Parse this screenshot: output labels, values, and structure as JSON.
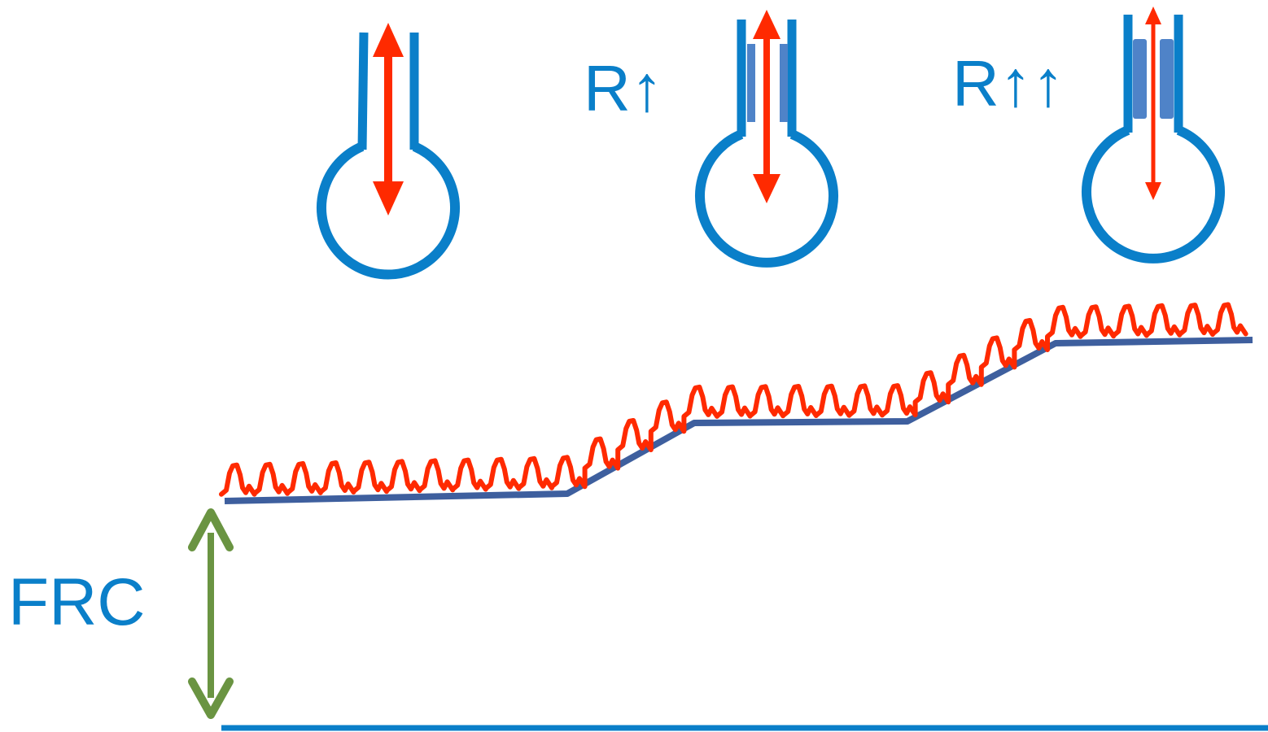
{
  "labels": {
    "frc": "FRC",
    "resistance_1": "R↑",
    "resistance_2": "R↑↑"
  },
  "colors": {
    "airway": "#0A7FC9",
    "obstruction": "#4F83C8",
    "flow_arrow": "#FF2A00",
    "tidal_trace": "#FF2A00",
    "baseline_trace": "#3E5F9E",
    "frc_arrow": "#6A9442",
    "zero_line": "#0A7FC9",
    "text": "#0A7FC9"
  },
  "alveoli": [
    {
      "name": "normal",
      "obstruction": "none",
      "arrow": "large"
    },
    {
      "name": "raised-resistance",
      "obstruction": "partial",
      "arrow": "medium"
    },
    {
      "name": "high-resistance",
      "obstruction": "severe",
      "arrow": "small"
    }
  ]
}
